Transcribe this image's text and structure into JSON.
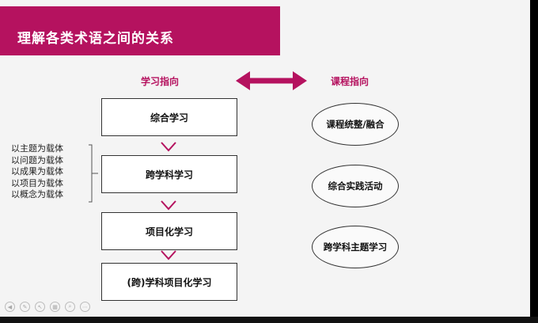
{
  "slide": {
    "title": "理解各类术语之间的关系",
    "left_heading": "学习指向",
    "right_heading": "课程指向",
    "boxes": [
      "综合学习",
      "跨学科学习",
      "项目化学习",
      "(跨)学科项目化学习"
    ],
    "ellipses": [
      "课程统整/融合",
      "综合实践活动",
      "跨学科主题学习"
    ],
    "carriers": [
      "以主题为载体",
      "以问题为载体",
      "以成果为载体",
      "以项目为载体",
      "以概念为载体"
    ]
  },
  "colors": {
    "accent": "#b5125f",
    "background": "#f4f4f4"
  },
  "toolbar_icons": [
    "back-icon",
    "pen-icon",
    "pointer-icon",
    "grid-icon",
    "search-icon",
    "more-icon"
  ]
}
